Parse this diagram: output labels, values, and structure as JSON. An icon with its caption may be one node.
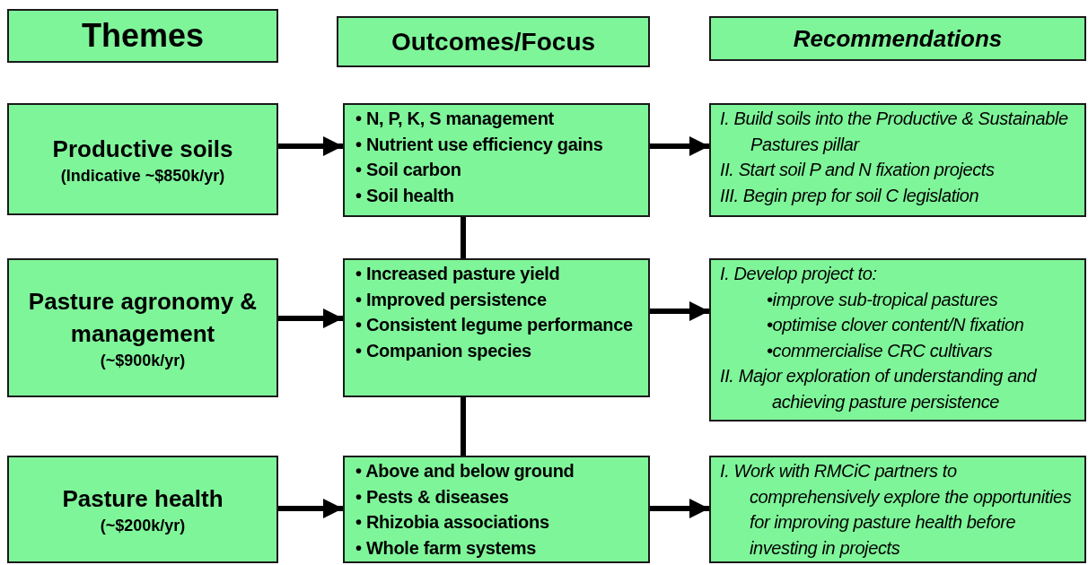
{
  "diagram": {
    "nodes": [
      {
        "text": [
          "Themes"
        ]
      },
      {
        "text": [
          "Outcomes/Focus"
        ]
      },
      {
        "text": [
          "Recommendations"
        ]
      },
      {
        "text": [
          "Productive soils",
          "(Indicative ~$850k/yr)"
        ]
      },
      {
        "text": [
          "• N, P, K, S management",
          "• Nutrient use efficiency gains",
          "• Soil carbon",
          "• Soil health"
        ]
      },
      {
        "text": [
          "I. Build soils into the Productive & Sustainable Pastures pillar",
          "II. Start soil P and N fixation projects",
          "III. Begin prep for soil C legislation"
        ]
      },
      {
        "text": [
          "Pasture agronomy & management",
          "(~$900k/yr)"
        ]
      },
      {
        "text": [
          "• Increased pasture yield",
          "• Improved persistence",
          "• Consistent legume performance",
          "• Companion species"
        ]
      },
      {
        "text": [
          "I. Develop project to:",
          "•improve sub-tropical pastures",
          "•optimise clover content/N fixation",
          "•commercialise CRC cultivars",
          "II. Major exploration of understanding and achieving pasture persistence"
        ]
      },
      {
        "text": [
          "Pasture health",
          "(~$200k/yr)"
        ]
      },
      {
        "text": [
          "• Above and below ground",
          "• Pests & diseases",
          "• Rhizobia associations",
          "• Whole farm systems"
        ]
      },
      {
        "text": [
          "I. Work with RMCiC partners to comprehensively explore the opportunities for improving pasture health before investing in projects"
        ]
      }
    ],
    "edges": [
      {
        "from": 3,
        "to": 4,
        "arrow": "to"
      },
      {
        "from": 4,
        "to": 5,
        "arrow": "to"
      },
      {
        "from": 6,
        "to": 7,
        "arrow": "to"
      },
      {
        "from": 7,
        "to": 8,
        "arrow": "to"
      },
      {
        "from": 9,
        "to": 10,
        "arrow": "to"
      },
      {
        "from": 10,
        "to": 11,
        "arrow": "to"
      },
      {
        "from": 4,
        "to": 7,
        "arrow": "none"
      },
      {
        "from": 7,
        "to": 10,
        "arrow": "none"
      }
    ]
  }
}
